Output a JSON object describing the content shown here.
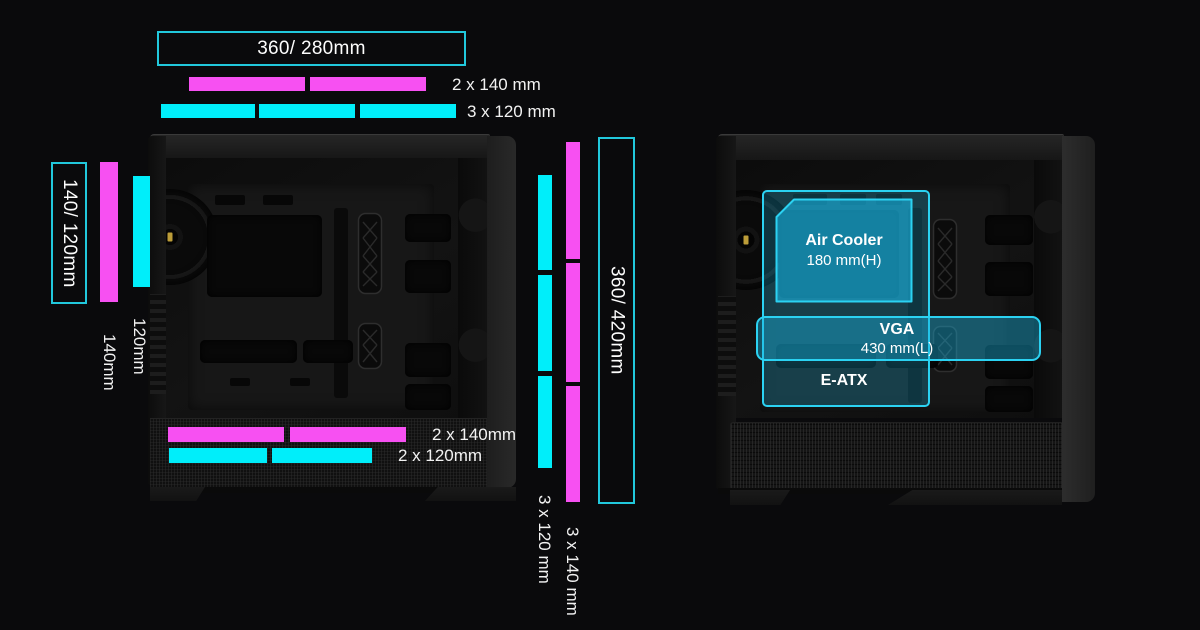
{
  "colors": {
    "magenta": "#f750f2",
    "cyan": "#00eefa",
    "radiator-outline": "#21c8dc",
    "overlay-outline": "#2bd2f2",
    "label-text": "#f2f2f2"
  },
  "left_view": {
    "top_radiator_label": "360/ 280mm",
    "top_fans_140_label": "2 x 140 mm",
    "top_fans_120_label": "3 x 120 mm",
    "front_radiator_label": "140/ 120mm",
    "front_fan_140_label": "140mm",
    "front_fan_120_label": "120mm",
    "side_radiator_label": "360/ 420mm",
    "side_fans_120_label": "3 x 120 mm",
    "side_fans_140_label": "3 x 140 mm",
    "bottom_fans_140_label": "2 x 140mm",
    "bottom_fans_120_label": "2 x 120mm"
  },
  "right_view": {
    "air_cooler_title": "Air Cooler",
    "air_cooler_clearance": "180 mm(H)",
    "vga_title": "VGA",
    "vga_clearance": "430 mm(L)",
    "eatx_label": "E-ATX"
  }
}
